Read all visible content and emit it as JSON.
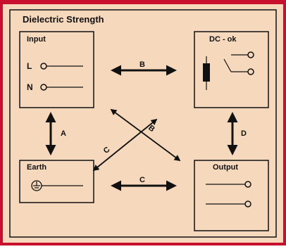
{
  "title": "Dielectric Strength",
  "colors": {
    "outer_frame": "#c8102e",
    "background": "#f6d9bd",
    "box_fill": "#f6d9bd",
    "line": "#111111"
  },
  "boxes": {
    "input": {
      "label": "Input",
      "pins": [
        "L",
        "N"
      ]
    },
    "dc_ok": {
      "label": "DC - ok"
    },
    "earth": {
      "label": "Earth",
      "symbol": "ground-icon"
    },
    "output": {
      "label": "Output"
    }
  },
  "connections": [
    {
      "label": "A",
      "between": [
        "Input",
        "Earth"
      ]
    },
    {
      "label": "B",
      "between": [
        "Input",
        "DC - ok"
      ]
    },
    {
      "label": "C",
      "between": [
        "Earth",
        "Output"
      ]
    },
    {
      "label": "C",
      "between": [
        "Earth",
        "DC - ok"
      ]
    },
    {
      "label": "B",
      "between": [
        "Input",
        "Output"
      ]
    },
    {
      "label": "D",
      "between": [
        "DC - ok",
        "Output"
      ]
    }
  ]
}
